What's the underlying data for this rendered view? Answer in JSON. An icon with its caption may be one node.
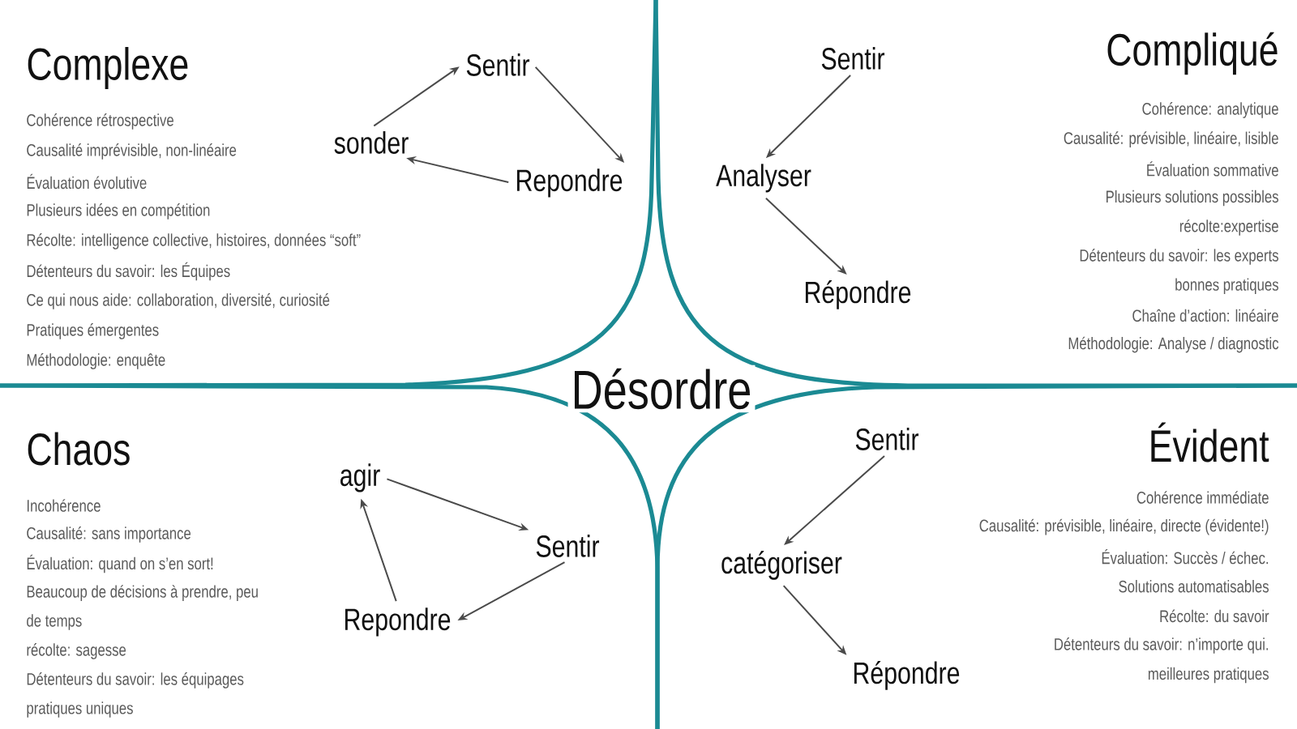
{
  "diagram": {
    "nodes": [
      {
        "text": [
          "Sentir"
        ]
      },
      {
        "text": [
          "sonder"
        ]
      },
      {
        "text": [
          "Repondre"
        ]
      },
      {
        "text": [
          "Sentir"
        ]
      },
      {
        "text": [
          "Analyser"
        ]
      },
      {
        "text": [
          "Répondre"
        ]
      },
      {
        "text": [
          "agir"
        ]
      },
      {
        "text": [
          "Sentir"
        ]
      },
      {
        "text": [
          "Repondre"
        ]
      },
      {
        "text": [
          "Sentir"
        ]
      },
      {
        "text": [
          "catégoriser"
        ]
      },
      {
        "text": [
          "Répondre"
        ]
      }
    ],
    "edges": [
      {
        "from": 1,
        "to": 0,
        "arrow": "to"
      },
      {
        "from": 0,
        "to": 2,
        "arrow": "to"
      },
      {
        "from": 2,
        "to": 1,
        "arrow": "to"
      },
      {
        "from": 3,
        "to": 4,
        "arrow": "to"
      },
      {
        "from": 4,
        "to": 5,
        "arrow": "to"
      },
      {
        "from": 6,
        "to": 7,
        "arrow": "to"
      },
      {
        "from": 7,
        "to": 8,
        "arrow": "to"
      },
      {
        "from": 8,
        "to": 6,
        "arrow": "to"
      },
      {
        "from": 9,
        "to": 10,
        "arrow": "to"
      },
      {
        "from": 10,
        "to": 11,
        "arrow": "to"
      }
    ],
    "labels": [
      "Complexe",
      "Cohérence rétrospective",
      "Causalité imprévisible, non-linéaire",
      "Évaluation évolutive",
      "Plusieurs idées en compétition",
      "Récolte: intelligence collective, histoires, données “soft”",
      "Détenteurs du savoir: les Équipes",
      "Ce qui nous aide: collaboration, diversité, curiosité",
      "Pratiques émergentes",
      "Méthodologie: enquête",
      "Compliqué",
      "Cohérence: analytique",
      "Causalité: prévisible, linéaire, lisible",
      "Évaluation sommative",
      "Plusieurs solutions possibles",
      "récolte:expertise",
      "Détenteurs du savoir: les experts",
      "bonnes pratiques",
      "Chaîne d’action: linéaire",
      "Méthodologie: Analyse / diagnostic",
      "Désordre",
      "Chaos",
      "Incohérence",
      "Causalité: sans importance",
      "Évaluation: quand on s’en sort!",
      "Beaucoup de décisions à prendre, peu de temps",
      "récolte: sagesse",
      "Détenteurs du savoir: les équipages",
      "pratiques uniques",
      "Évident",
      "Cohérence immédiate",
      "Causalité: prévisible, linéaire, directe (évidente!)",
      "Évaluation: Succès / échec.",
      "Solutions automatisables",
      "Récolte: du savoir",
      "Détenteurs du savoir: n’importe qui.",
      "meilleures pratiques"
    ]
  }
}
